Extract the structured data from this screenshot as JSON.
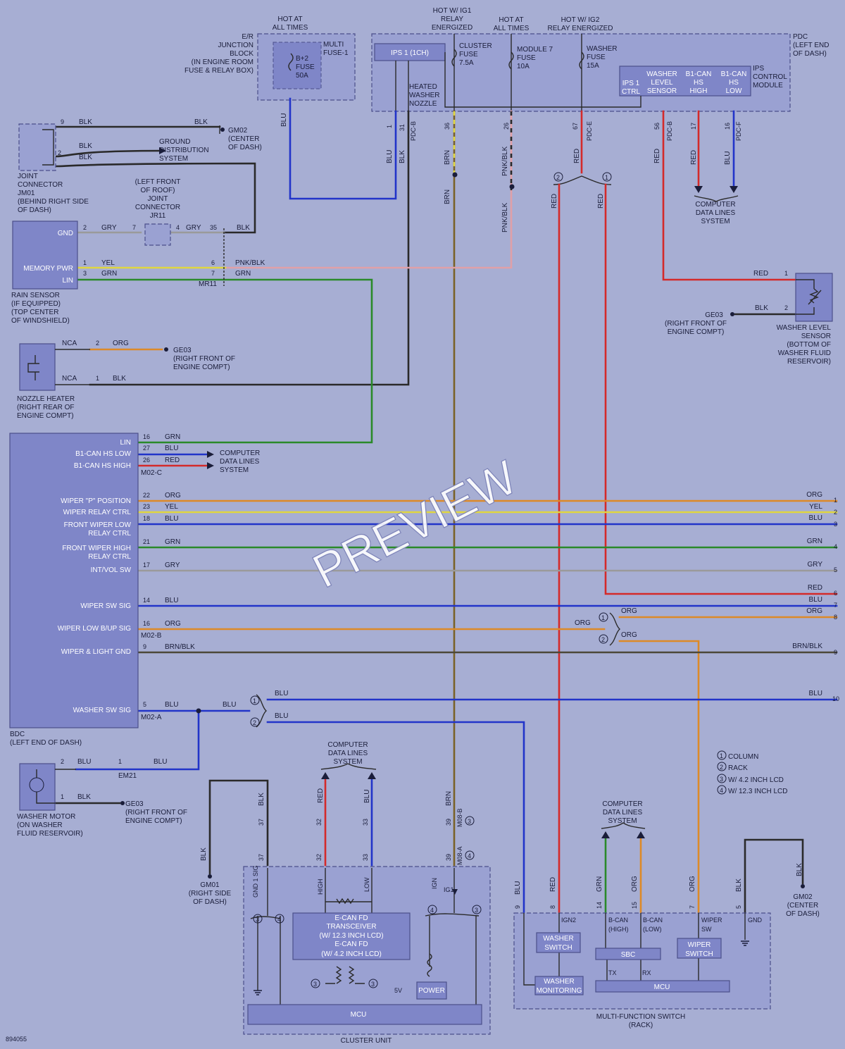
{
  "colors": {
    "background": "#a7aed3",
    "BLK": "#2a2a2a",
    "BLU": "#2234c9",
    "RED": "#d42a2a",
    "GRN": "#2a8a2a",
    "YEL": "#e0d640",
    "ORG": "#dd8a28",
    "GRY": "#9a9a9a",
    "BRN": "#7a6228",
    "PNK": "#e0a0a8",
    "BRNBLK": "#4c4838"
  },
  "watermark": "PREVIEW",
  "figure_number": "894055",
  "top": {
    "hot_at_all_times_1": [
      "HOT AT",
      "ALL TIMES"
    ],
    "hot_ig1": [
      "HOT W/ IG1",
      "RELAY",
      "ENERGIZED"
    ],
    "hot_at_all_times_2": [
      "HOT AT",
      "ALL TIMES"
    ],
    "hot_ig2": [
      "HOT W/ IG2",
      "RELAY ENERGIZED"
    ],
    "junction_block": [
      "E/R",
      "JUNCTION",
      "BLOCK",
      "(IN ENGINE ROOM",
      "FUSE & RELAY BOX)"
    ],
    "multi_fuse": [
      "MULTI",
      "FUSE-1"
    ],
    "fuse_b2": [
      "B+2",
      "FUSE",
      "50A"
    ],
    "ips1": "IPS 1 (1CH)",
    "cluster_fuse": [
      "CLUSTER",
      "FUSE",
      "7.5A"
    ],
    "module7_fuse": [
      "MODULE 7",
      "FUSE",
      "10A"
    ],
    "washer_fuse": [
      "WASHER",
      "FUSE",
      "15A"
    ],
    "heated_nozzle": [
      "HEATED",
      "WASHER",
      "NOZZLE"
    ],
    "pdc": [
      "PDC",
      "(LEFT END",
      "OF DASH)"
    ],
    "ips_control": [
      "IPS",
      "CONTROL",
      "MODULE"
    ],
    "ips1_ctrl": [
      "IPS 1",
      "CTRL"
    ],
    "washer_level": [
      "WASHER",
      "LEVEL",
      "SENSOR"
    ],
    "b1can_high": [
      "B1-CAN",
      "HS",
      "HIGH"
    ],
    "b1can_low": [
      "B1-CAN",
      "HS",
      "LOW"
    ]
  },
  "pdc_pins": {
    "p1": "1",
    "p31": "31",
    "pdcb1": "PDC-B",
    "p36": "36",
    "p26": "26",
    "p67": "67",
    "pdce": "PDC-E",
    "p56": "56",
    "pdcb2": "PDC-B",
    "p17": "17",
    "p16": "16",
    "pdcf": "PDC-F"
  },
  "wires": {
    "blu": "BLU",
    "blk": "BLK",
    "brn": "BRN",
    "pnkblk": "PNK/BLK",
    "red": "RED",
    "grn": "GRN",
    "yel": "YEL",
    "org": "ORG",
    "gry": "GRY",
    "brnblk": "BRN/BLK"
  },
  "computer_data_lines": [
    "COMPUTER",
    "DATA LINES",
    "SYSTEM"
  ],
  "left": {
    "gm02": [
      "GM02",
      "(CENTER",
      "OF DASH)"
    ],
    "ground_dist": [
      "GROUND",
      "DISTRIBUTION",
      "SYSTEM"
    ],
    "joint_connector": [
      "JOINT",
      "CONNECTOR",
      "JM01",
      "(BEHIND RIGHT SIDE",
      "OF DASH)"
    ],
    "jr11": [
      "(LEFT FRONT",
      "OF ROOF)",
      "JOINT",
      "CONNECTOR",
      "JR11"
    ],
    "rain_gnd": "GND",
    "rain_mem": "MEMORY PWR",
    "rain_lin": "LIN",
    "rain_sensor": [
      "RAIN SENSOR",
      "(IF EQUIPPED)",
      "(TOP CENTER",
      "OF WINDSHIELD)"
    ],
    "mr11": "MR11",
    "nca1": "NCA",
    "nca2": "NCA",
    "ge03": [
      "GE03",
      "(RIGHT FRONT OF",
      "ENGINE COMPT)"
    ],
    "nozzle_heater": [
      "NOZZLE HEATER",
      "(RIGHT REAR OF",
      "ENGINE COMPT)"
    ]
  },
  "bdc": {
    "pins": [
      {
        "label": "LIN",
        "pin": "16",
        "wire": "GRN"
      },
      {
        "label": "B1-CAN HS LOW",
        "pin": "27",
        "wire": "BLU"
      },
      {
        "label": "B1-CAN HS HIGH",
        "pin": "26",
        "wire": "RED"
      },
      {
        "label": "WIPER \"P\" POSITION",
        "pin": "22",
        "wire": "ORG"
      },
      {
        "label": "WIPER RELAY CTRL",
        "pin": "23",
        "wire": "YEL"
      },
      {
        "label": "FRONT WIPER LOW",
        "label2": "RELAY CTRL",
        "pin": "18",
        "wire": "BLU"
      },
      {
        "label": "FRONT WIPER HIGH",
        "label2": "RELAY CTRL",
        "pin": "21",
        "wire": "GRN"
      },
      {
        "label": "INT/VOL SW",
        "pin": "17",
        "wire": "GRY"
      },
      {
        "label": "WIPER SW SIG",
        "pin": "14",
        "wire": "BLU"
      },
      {
        "label": "WIPER LOW B/UP SIG",
        "pin": "16",
        "wire": "ORG"
      },
      {
        "label": "WIPER & LIGHT GND",
        "pin": "9",
        "wire": "BRN/BLK"
      },
      {
        "label": "WASHER SW SIG",
        "pin": "5",
        "wire": "BLU"
      }
    ],
    "m02c": "M02-C",
    "m02b": "M02-B",
    "m02a": "M02-A",
    "name": [
      "BDC",
      "(LEFT END OF DASH)"
    ]
  },
  "right_refs": [
    {
      "wire": "ORG",
      "n": "1"
    },
    {
      "wire": "YEL",
      "n": "2"
    },
    {
      "wire": "BLU",
      "n": "3"
    },
    {
      "wire": "GRN",
      "n": "4"
    },
    {
      "wire": "GRY",
      "n": "5"
    },
    {
      "wire": "RED",
      "n": "6"
    },
    {
      "wire": "BLU",
      "n": "7"
    },
    {
      "wire": "ORG",
      "n": "8"
    },
    {
      "wire": "BRN/BLK",
      "n": "9"
    },
    {
      "wire": "BLU",
      "n": "10"
    }
  ],
  "washer_level_sensor": {
    "ge03": [
      "GE03",
      "(RIGHT FRONT OF",
      "ENGINE COMPT)"
    ],
    "name": [
      "WASHER LEVEL",
      "SENSOR",
      "(BOTTOM OF",
      "WASHER FLUID",
      "RESERVOIR)"
    ]
  },
  "washer_motor": {
    "em21": "EM21",
    "ge03": [
      "GE03",
      "(RIGHT FRONT OF",
      "ENGINE COMPT)"
    ],
    "name": [
      "WASHER MOTOR",
      "(ON WASHER",
      "FLUID RESERVOIR)"
    ]
  },
  "legend": [
    {
      "n": "1",
      "text": "COLUMN"
    },
    {
      "n": "2",
      "text": "RACK"
    },
    {
      "n": "3",
      "text": "W/ 4.2 INCH LCD"
    },
    {
      "n": "4",
      "text": "W/ 12.3 INCH LCD"
    }
  ],
  "cluster": {
    "gm01": [
      "GM01",
      "(RIGHT SIDE",
      "OF DASH)"
    ],
    "m08b": "M08-B",
    "m08a": "M08-A",
    "gnd1sig": "GND 1 SIG",
    "high": "HIGH",
    "low": "LOW",
    "ign": "IGN",
    "ig1": "IG1",
    "transceiver": [
      "E-CAN FD",
      "TRANSCEIVER",
      "(W/ 12.3 INCH LCD)",
      "E-CAN FD",
      "(W/ 4.2 INCH LCD)"
    ],
    "power": "POWER",
    "fivev": "5V",
    "mcu": "MCU",
    "name": "CLUSTER UNIT"
  },
  "mfs": {
    "ign2": "IGN2",
    "bcan_high": [
      "B-CAN",
      "(HIGH)"
    ],
    "bcan_low": [
      "B-CAN",
      "(LOW)"
    ],
    "wiper_sw": [
      "WIPER",
      "SW"
    ],
    "gnd": "GND",
    "washer_switch": [
      "WASHER",
      "SWITCH"
    ],
    "sbc": "SBC",
    "wiper_switch": [
      "WIPER",
      "SWITCH"
    ],
    "washer_monitoring": [
      "WASHER",
      "MONITORING"
    ],
    "tx": "TX",
    "rx": "RX",
    "mcu": "MCU",
    "name": [
      "MULTI-FUNCTION SWITCH",
      "(RACK)"
    ],
    "gm02": [
      "GM02",
      "(CENTER",
      "OF DASH)"
    ]
  },
  "pins": {
    "n9": "9",
    "n2": "2",
    "n7": "7",
    "n4": "4",
    "n35": "35",
    "n1": "1",
    "n6": "6",
    "n3": "3",
    "n37": "37",
    "n32": "32",
    "n33": "33",
    "n39": "39",
    "n8": "8",
    "n14": "14",
    "n15": "15",
    "n5": "5"
  }
}
